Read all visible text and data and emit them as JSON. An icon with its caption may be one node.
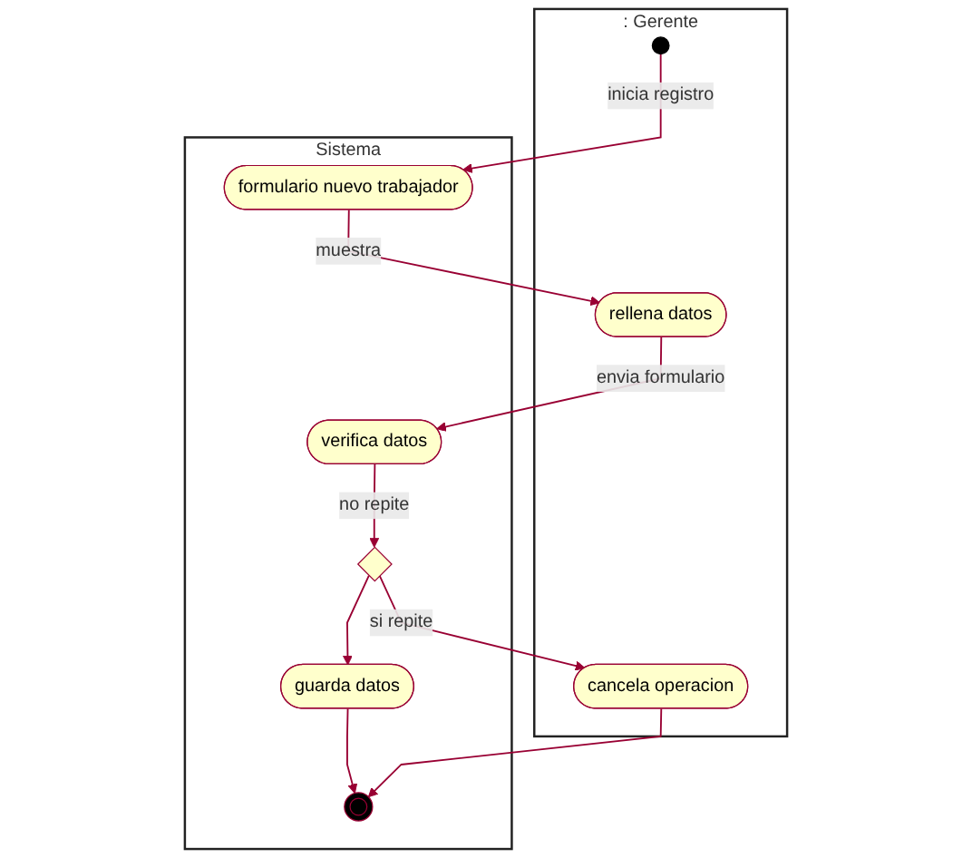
{
  "diagram": {
    "nodes": [
      {
        "text": [
          ": Gerente"
        ]
      },
      {
        "text": [
          "Sistema"
        ]
      },
      {
        "text": [],
        "shape": "circle",
        "in": 0
      },
      {
        "text": [
          "formulario nuevo trabajador"
        ],
        "in": 1
      },
      {
        "text": [
          "rellena datos"
        ],
        "in": 0
      },
      {
        "text": [
          "verifica datos"
        ],
        "in": 1
      },
      {
        "text": [],
        "shape": "diamond",
        "in": 1
      },
      {
        "text": [
          "cancela operacion"
        ],
        "in": 0
      },
      {
        "text": [
          "guarda datos"
        ],
        "in": 1
      },
      {
        "text": [],
        "shape": "circle",
        "in": 1
      }
    ],
    "edges": [
      {
        "from": 2,
        "to": 3,
        "arrow": "to",
        "label": "inicia registro"
      },
      {
        "from": 3,
        "to": 4,
        "arrow": "to",
        "label": "muestra"
      },
      {
        "from": 4,
        "to": 5,
        "arrow": "to",
        "label": "envia formulario"
      },
      {
        "from": 5,
        "to": 6,
        "arrow": "to",
        "label": "no repite"
      },
      {
        "from": 6,
        "to": 7,
        "arrow": "to",
        "label": "si repite"
      },
      {
        "from": 6,
        "to": 8,
        "arrow": "to"
      },
      {
        "from": 8,
        "to": 9,
        "arrow": "to"
      },
      {
        "from": 7,
        "to": 9,
        "arrow": "to"
      }
    ]
  }
}
